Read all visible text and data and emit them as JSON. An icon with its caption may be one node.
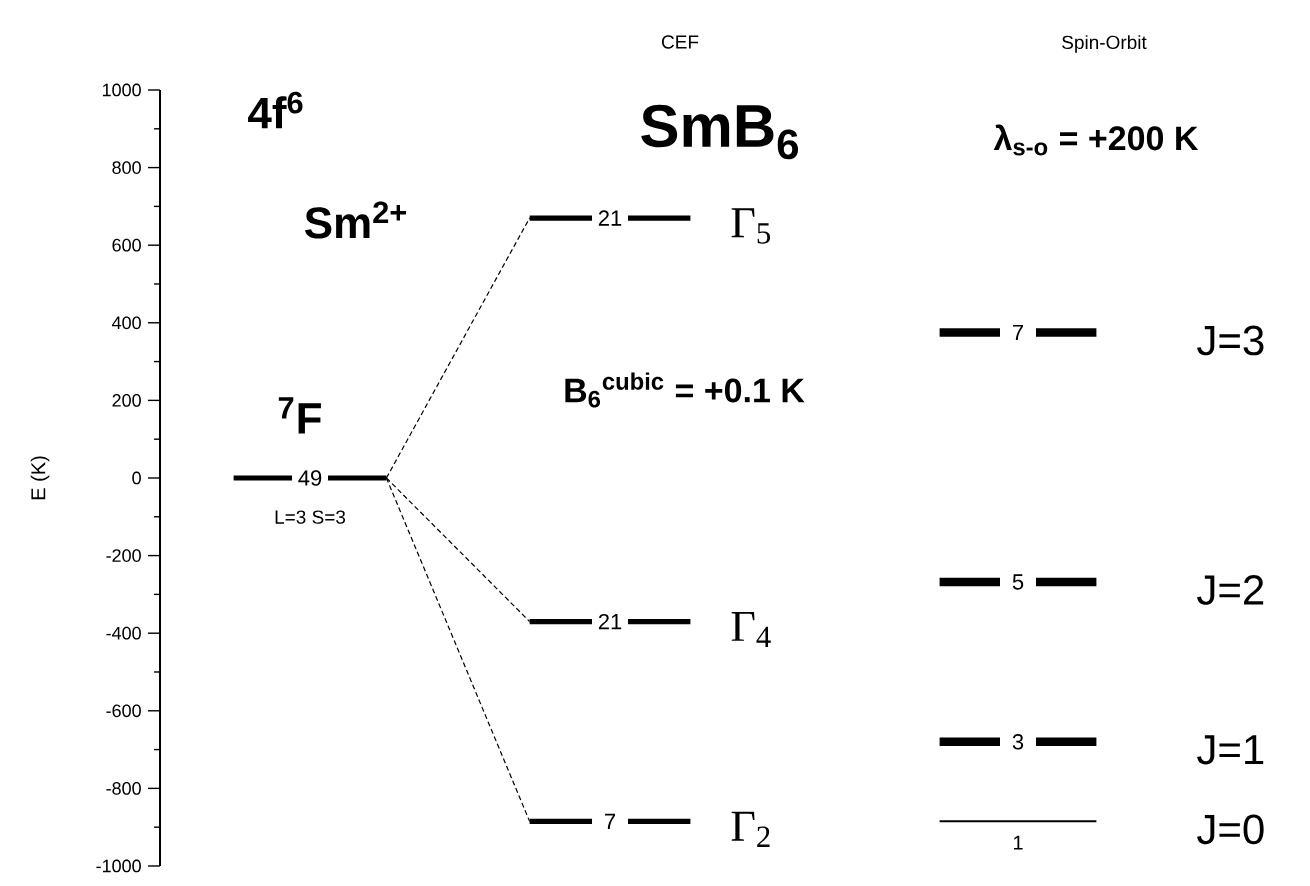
{
  "diagram": {
    "nodes": [
      {
        "text": [
          "49"
        ],
        "beside": [
          "$^{7}$F",
          "L=3 S=3"
        ]
      },
      {
        "text": [
          "21"
        ],
        "beside": [
          "Γ$_{5}$"
        ]
      },
      {
        "text": [
          "21"
        ],
        "beside": [
          "Γ$_{4}$"
        ]
      },
      {
        "text": [
          "7"
        ],
        "beside": [
          "Γ$_{2}$"
        ]
      },
      {
        "text": [
          "7"
        ],
        "beside": [
          "J=3"
        ]
      },
      {
        "text": [
          "5"
        ],
        "beside": [
          "J=2"
        ]
      },
      {
        "text": [
          "3"
        ],
        "beside": [
          "J=1"
        ]
      },
      {
        "text": [
          "1"
        ],
        "beside": [
          "J=0"
        ]
      }
    ],
    "edges": [
      {
        "from": 0,
        "to": 1,
        "arrow": "none",
        "style": "dashed"
      },
      {
        "from": 0,
        "to": 2,
        "arrow": "none",
        "style": "dashed"
      },
      {
        "from": 0,
        "to": 3,
        "arrow": "none",
        "style": "dashed"
      }
    ],
    "labels": [
      "CEF",
      "Spin-Orbit",
      "1000",
      "4f$^{6}$",
      "SmB$_{6}$",
      "λ$_{s-o}$ = +200 K",
      "800",
      "600",
      "Sm$^{2+}$",
      "400",
      "200",
      "B$_{6}$$^{cubic}$ = +0.1 K",
      "E (K)",
      "0",
      "-200",
      "-400",
      "-600",
      "-800",
      "-1000"
    ]
  }
}
